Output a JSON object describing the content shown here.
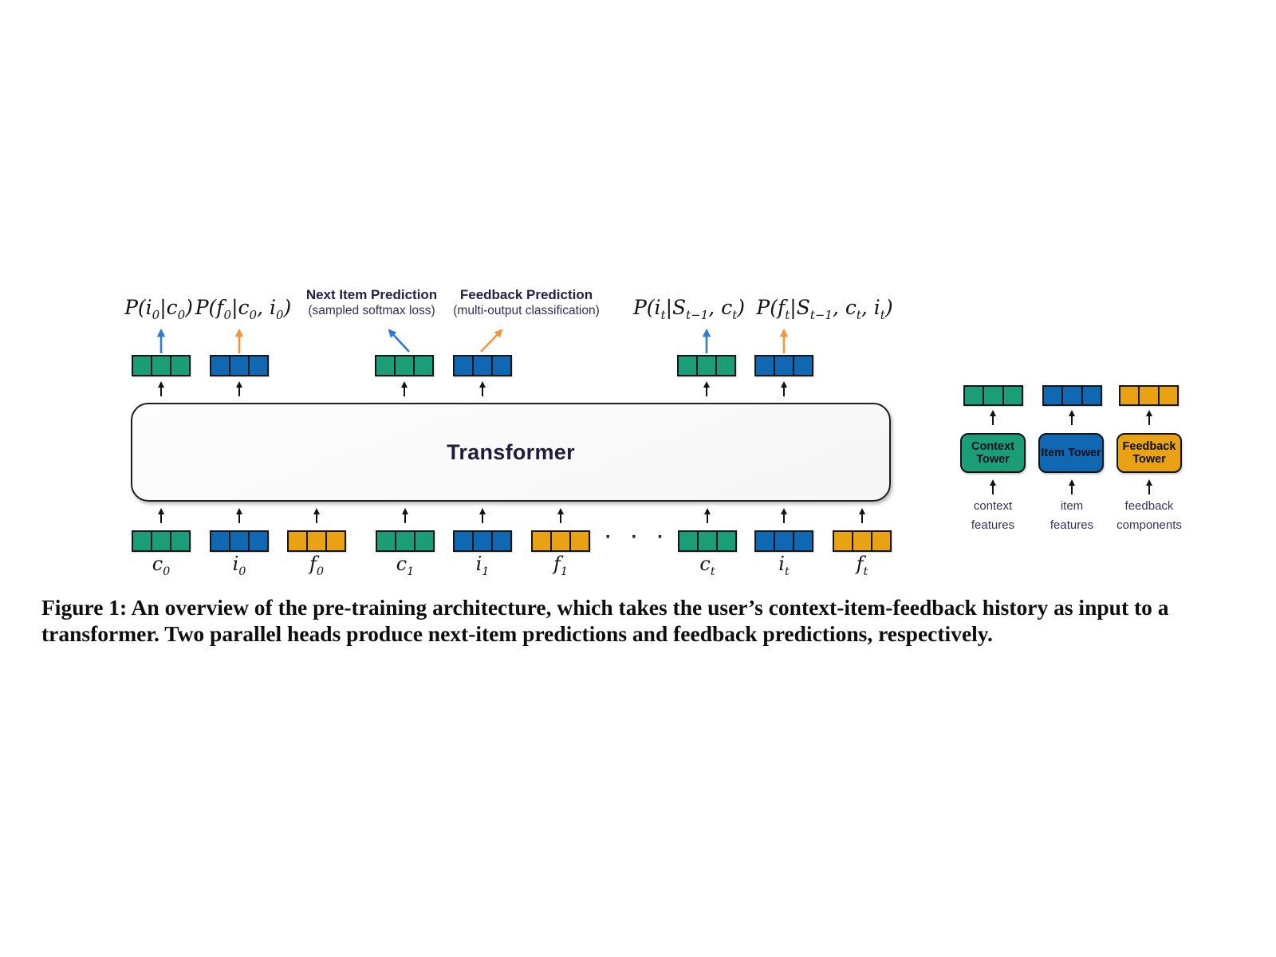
{
  "figure": {
    "caption_lines": [
      "Figure 1: An overview of the pre-training architecture, which takes the user’s context-item-feedback history as input to a",
      "transformer. Two parallel heads produce next-item predictions and feedback predictions, respectively."
    ]
  },
  "transformer": {
    "label": "Transformer"
  },
  "predictions": {
    "p_i0": "P(i_0|c_0)",
    "p_f0": "P(f_0|c_0, i_0)",
    "p_it": "P(i_t|S_{t−1}, c_t)",
    "p_ft": "P(f_t|S_{t−1}, c_t, i_t)"
  },
  "heads": {
    "next_item": {
      "title": "Next Item Prediction",
      "subtitle": "(sampled softmax loss)"
    },
    "feedback": {
      "title": "Feedback Prediction",
      "subtitle": "(multi-output classification)"
    }
  },
  "inputs": [
    {
      "label": "c_0",
      "type": "context"
    },
    {
      "label": "i_0",
      "type": "item"
    },
    {
      "label": "f_0",
      "type": "feedback"
    },
    {
      "label": "c_1",
      "type": "context"
    },
    {
      "label": "i_1",
      "type": "item"
    },
    {
      "label": "f_1",
      "type": "feedback"
    },
    {
      "label": "c_t",
      "type": "context"
    },
    {
      "label": "i_t",
      "type": "item"
    },
    {
      "label": "f_t",
      "type": "feedback"
    }
  ],
  "ellipsis": "· · ·",
  "towers": [
    {
      "name": "Context Tower",
      "input_line1": "context",
      "input_line2": "features"
    },
    {
      "name": "Item Tower",
      "input_line1": "item",
      "input_line2": "features"
    },
    {
      "name": "Feedback Tower",
      "input_line1": "feedback",
      "input_line2": "components"
    }
  ],
  "colors": {
    "context_green": "#1b9e77",
    "item_blue": "#1068b2",
    "feedback_orange": "#e9a213",
    "arrow_blue": "#2e7bd6",
    "arrow_orange": "#f2953c",
    "text_navy": "#222246"
  }
}
